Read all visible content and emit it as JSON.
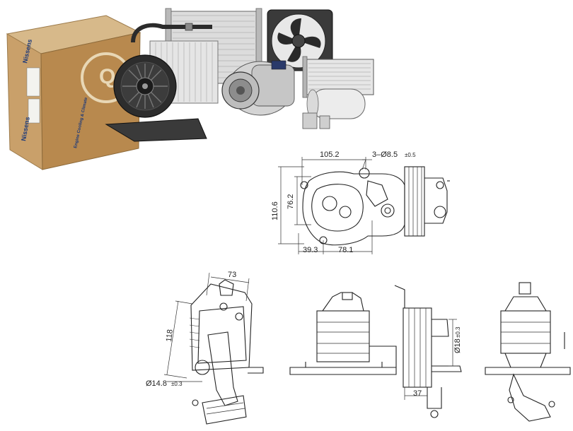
{
  "product_photo": {
    "box_brand": "Nissens",
    "box_tagline": "Engine Cooling & Climate",
    "icons": [
      "cardboard-box-icon",
      "blower-fan-icon",
      "condenser-icon",
      "radiator-fan-icon",
      "ac-compressor-icon",
      "heater-core-icon",
      "receiver-drier-icon",
      "evaporator-icon",
      "pipe-icon"
    ]
  },
  "drawing_top": {
    "dims": {
      "width_top": "105.2",
      "holes": "3–Ø8.5",
      "holes_tol": "±0.5",
      "h_outer": "110.6",
      "h_inner": "76.2",
      "w_left": "39.3",
      "w_right": "78.1"
    }
  },
  "drawing_left": {
    "dims": {
      "w_top": "73",
      "h_left": "118",
      "port": "Ø14.8",
      "port_tol": "±0.3"
    }
  },
  "drawing_middle": {
    "dims": {
      "dia": "Ø18",
      "dia_tol": "±0.3",
      "w_bottom": "37"
    }
  }
}
